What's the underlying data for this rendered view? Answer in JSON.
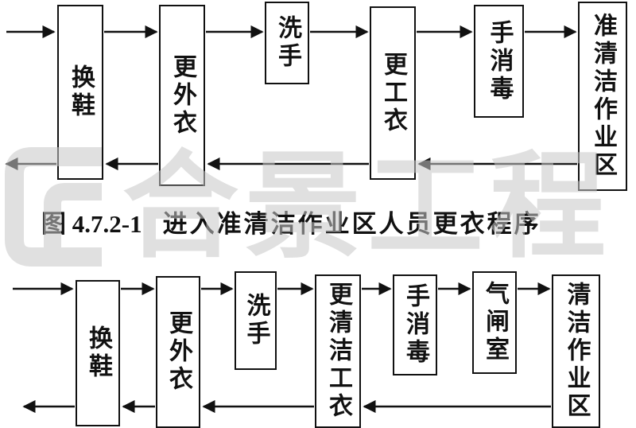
{
  "watermark": {
    "text": "合景工程"
  },
  "caption": {
    "figure_label": "图 4.7.2-1",
    "title": "进入准清洁作业区人员更衣程序"
  },
  "diagram1": {
    "boxes": [
      {
        "label": "换鞋"
      },
      {
        "label": "更外衣"
      },
      {
        "label": "洗手"
      },
      {
        "label": "更工衣"
      },
      {
        "label": "手消毒"
      },
      {
        "label": "准清洁作业区"
      }
    ]
  },
  "diagram2": {
    "boxes": [
      {
        "label": "换鞋"
      },
      {
        "label": "更外衣"
      },
      {
        "label": "洗手"
      },
      {
        "label": "更清洁工衣"
      },
      {
        "label": "手消毒"
      },
      {
        "label": "气闸室"
      },
      {
        "label": "清洁作业区"
      }
    ]
  }
}
